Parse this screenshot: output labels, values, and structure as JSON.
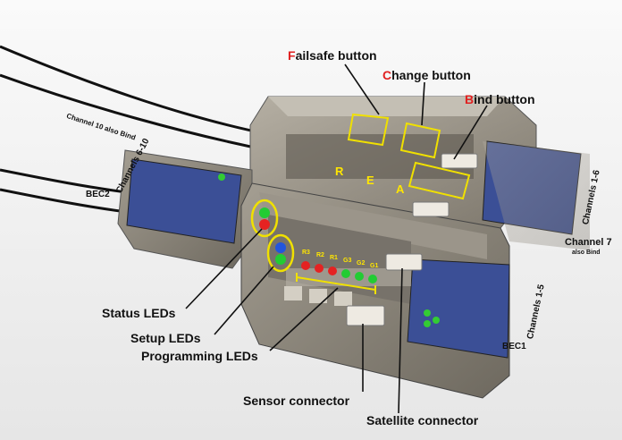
{
  "labels": {
    "failsafe": {
      "first": "F",
      "rest": "ailsafe button"
    },
    "change": {
      "first": "C",
      "rest": "hange button"
    },
    "bind": {
      "first": "B",
      "rest": "ind button"
    },
    "status_leds": "Status LEDs",
    "setup_leds": "Setup LEDs",
    "programming_leds": "Programming LEDs",
    "sensor_connector": "Sensor connector",
    "satellite_connector": "Satellite connector",
    "channel_10": "Channel 10 also Bind",
    "channels_6_10": "Channels 6-10",
    "bec2": "BEC2",
    "channels_1_6": "Channels 1-6",
    "channel_7": "Channel 7",
    "channel_7_note": "also Bind",
    "channels_1_5": "Channels 1-5",
    "bec1": "BEC1"
  },
  "device_markings": {
    "connector_letters": [
      "R",
      "E",
      "A"
    ],
    "programming_led_labels": [
      "R3",
      "R2",
      "R1",
      "G3",
      "G2",
      "G1"
    ]
  },
  "colors": {
    "highlight": "#f0e000",
    "accent_first_letter": "#e02020",
    "led_red": "#e52222",
    "led_green": "#22cc33",
    "led_blue": "#2255dd",
    "case": "#8a8478"
  }
}
